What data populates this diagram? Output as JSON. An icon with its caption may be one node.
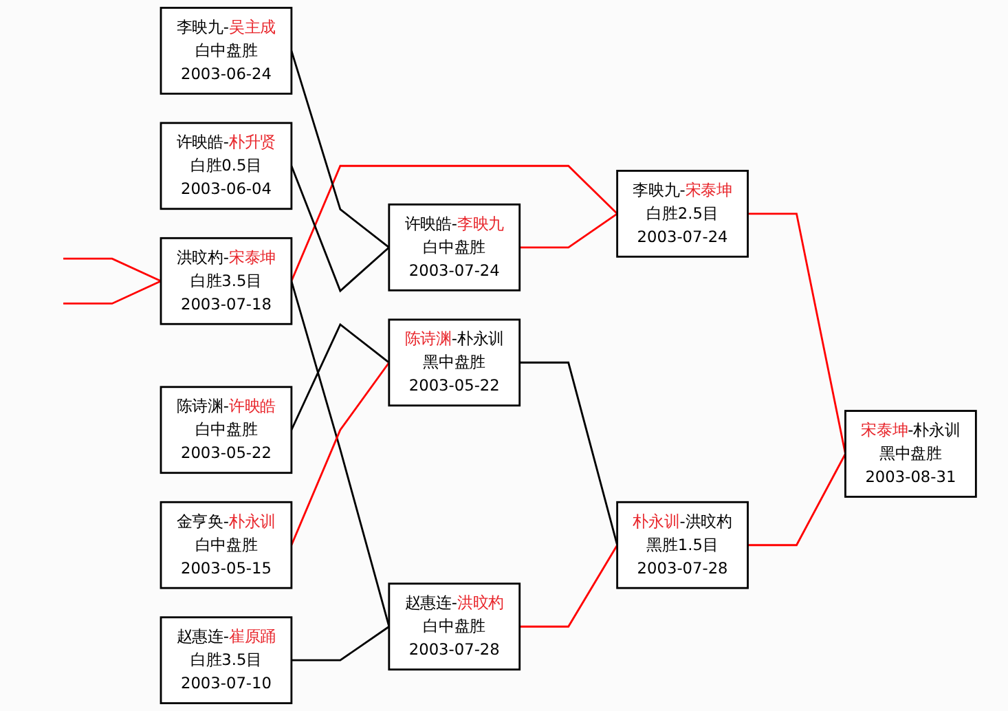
{
  "diagram": {
    "nodes": [
      {
        "text": [
          "洪旼杓-宋泰坤",
          "白胜3.5目",
          "2003-07-18"
        ]
      },
      {
        "text": [
          "李映九-吴主成",
          "白中盘胜",
          "2003-06-24"
        ]
      },
      {
        "text": [
          "许映皓-朴升贤",
          "白胜0.5目",
          "2003-06-04"
        ]
      },
      {
        "text": [
          "陈诗渊-许映皓",
          "白中盘胜",
          "2003-05-22"
        ]
      },
      {
        "text": [
          "金亨奂-朴永训",
          "白中盘胜",
          "2003-05-15"
        ]
      },
      {
        "text": [
          "赵惠连-崔原踊",
          "白胜3.5目",
          "2003-07-10"
        ]
      },
      {
        "text": [
          "许映皓-李映九",
          "白中盘胜",
          "2003-07-24"
        ]
      },
      {
        "text": [
          "陈诗渊-朴永训",
          "黑中盘胜",
          "2003-05-22"
        ]
      },
      {
        "text": [
          "赵惠连-洪旼杓",
          "白中盘胜",
          "2003-07-28"
        ]
      },
      {
        "text": [
          "李映九-宋泰坤",
          "白胜2.5目",
          "2003-07-24"
        ]
      },
      {
        "text": [
          "朴永训-洪旼杓",
          "黑胜1.5目",
          "2003-07-28"
        ]
      },
      {
        "text": [
          "宋泰坤-朴永训",
          "黑中盘胜",
          "2003-08-31"
        ]
      }
    ],
    "edges": [
      {
        "from": null,
        "to": 0,
        "arrow": "none",
        "color": "#ff0000"
      },
      {
        "from": null,
        "to": 0,
        "arrow": "none",
        "color": "#ff0000"
      },
      {
        "from": 0,
        "to": 9,
        "arrow": "none",
        "color": "#ff0000"
      },
      {
        "from": 0,
        "to": 8,
        "arrow": "none",
        "color": "#000000"
      },
      {
        "from": 1,
        "to": 6,
        "arrow": "none",
        "color": "#000000"
      },
      {
        "from": 2,
        "to": 6,
        "arrow": "none",
        "color": "#000000"
      },
      {
        "from": 3,
        "to": 7,
        "arrow": "none",
        "color": "#000000"
      },
      {
        "from": 4,
        "to": 7,
        "arrow": "none",
        "color": "#ff0000"
      },
      {
        "from": 5,
        "to": 8,
        "arrow": "none",
        "color": "#000000"
      },
      {
        "from": 6,
        "to": 9,
        "arrow": "none",
        "color": "#ff0000"
      },
      {
        "from": 7,
        "to": 10,
        "arrow": "none",
        "color": "#000000"
      },
      {
        "from": 8,
        "to": 10,
        "arrow": "none",
        "color": "#ff0000"
      },
      {
        "from": 9,
        "to": 11,
        "arrow": "none",
        "color": "#ff0000"
      },
      {
        "from": 10,
        "to": 11,
        "arrow": "none",
        "color": "#ff0000"
      }
    ]
  }
}
